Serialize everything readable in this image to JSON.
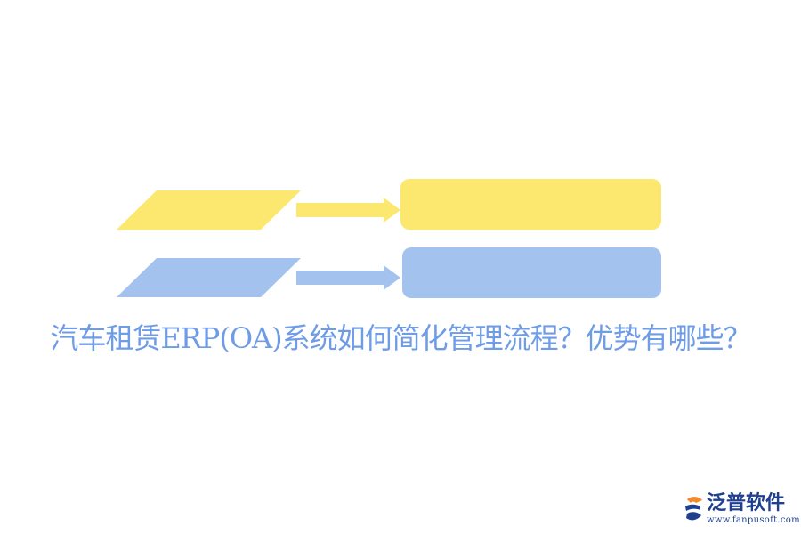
{
  "title": "汽车租赁ERP(OA)系统如何简化管理流程？优势有哪些？",
  "colors": {
    "yellow": "#fde86f",
    "blue": "#a3c2ee",
    "title_blue": "#6f9ce6",
    "brand_blue": "#1f3f8f",
    "brand_orange": "#f08a2b"
  },
  "logo": {
    "name": "泛普软件",
    "url": "www.fanpusoft.com",
    "icon": "fanpu-logo-icon"
  }
}
